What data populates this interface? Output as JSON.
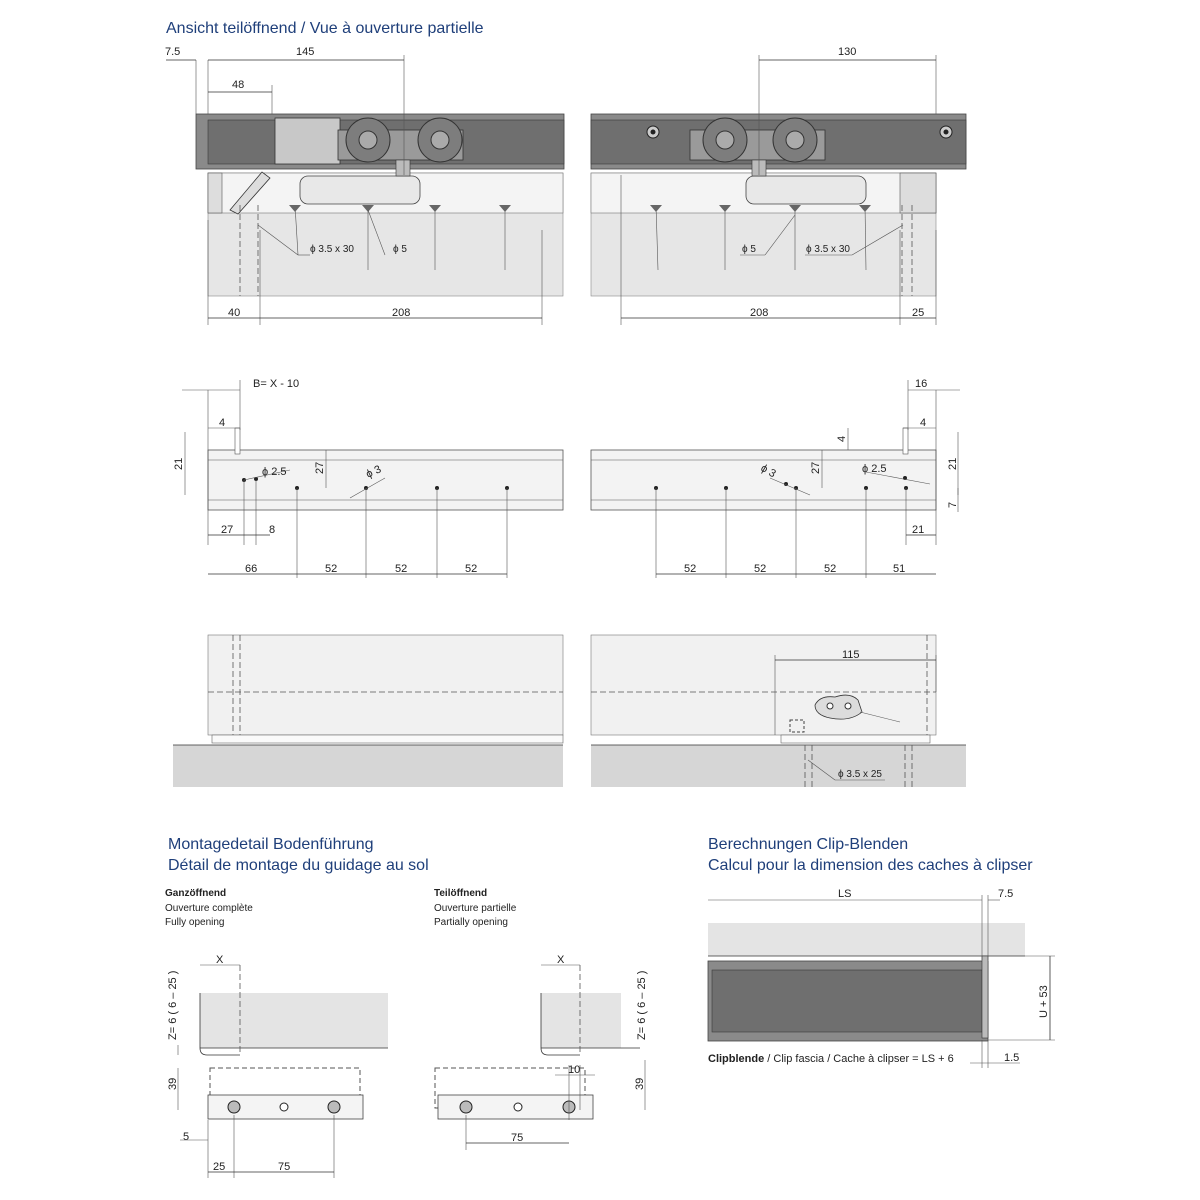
{
  "titles": {
    "view": "Ansicht teilöffnend / Vue à ouverture partielle",
    "floor_guide_de": "Montagedetail Bodenführung",
    "floor_guide_fr": "Détail de montage du guidage au sol",
    "clip_de": "Berechnungen Clip-Blenden",
    "clip_fr": "Calcul pour la dimension des caches à clipser"
  },
  "top": {
    "d7_5": "7.5",
    "d145": "145",
    "d48": "48",
    "d130": "130",
    "screw_3_5x30": "ϕ 3.5 x 30",
    "dia5": "ϕ 5",
    "d40": "40",
    "d208": "208",
    "d25": "25"
  },
  "middle": {
    "bx": "B= X -  10",
    "d4": "4",
    "d16": "16",
    "d21": "21",
    "d27": "27",
    "dia2_5": "ϕ 2.5",
    "dia3": "ϕ 3",
    "d7": "7",
    "d8": "8",
    "d66": "66",
    "d52": "52",
    "d51": "51"
  },
  "lower": {
    "d115": "115",
    "screw_3_5x25": "ϕ 3.5 x 25"
  },
  "guide": {
    "full_de": "Ganzöffnend",
    "full_fr": "Ouverture complète",
    "full_en": "Fully opening",
    "part_de": "Teilöffnend",
    "part_fr": "Ouverture partielle",
    "part_en": "Partially opening",
    "x": "X",
    "z": "Z= 6 ( 6 – 25 )",
    "d39": "39",
    "d5": "5",
    "d25": "25",
    "d75": "75",
    "d10": "10"
  },
  "clip": {
    "ls": "LS",
    "d7_5": "7.5",
    "u53": "U +  53",
    "d1_5": "1.5",
    "formula_bold": "Clipblende",
    "formula_rest": " / Clip fascia / Cache à clipser  = LS +  6"
  }
}
